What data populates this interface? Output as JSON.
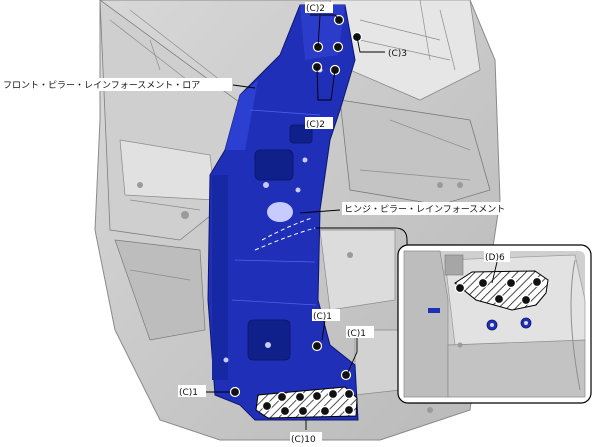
{
  "callouts": {
    "front_pillar_lower": "フロント・ピラー・レインフォースメント・ロア",
    "hinge_pillar": "ヒンジ・ピラー・レインフォースメント",
    "c2_top": "(C)2",
    "c3": "(C)3",
    "c2_mid": "(C)2",
    "c1_center": "(C)1",
    "c1_right": "(C)1",
    "c1_left": "(C)1",
    "c10": "(C)10",
    "d6": "(D)6"
  },
  "colors": {
    "panel_blue": "#1f2fb8",
    "panel_blue_dark": "#10208a",
    "body_grey": "#c9c9c9",
    "weld_dot": "#111111"
  }
}
